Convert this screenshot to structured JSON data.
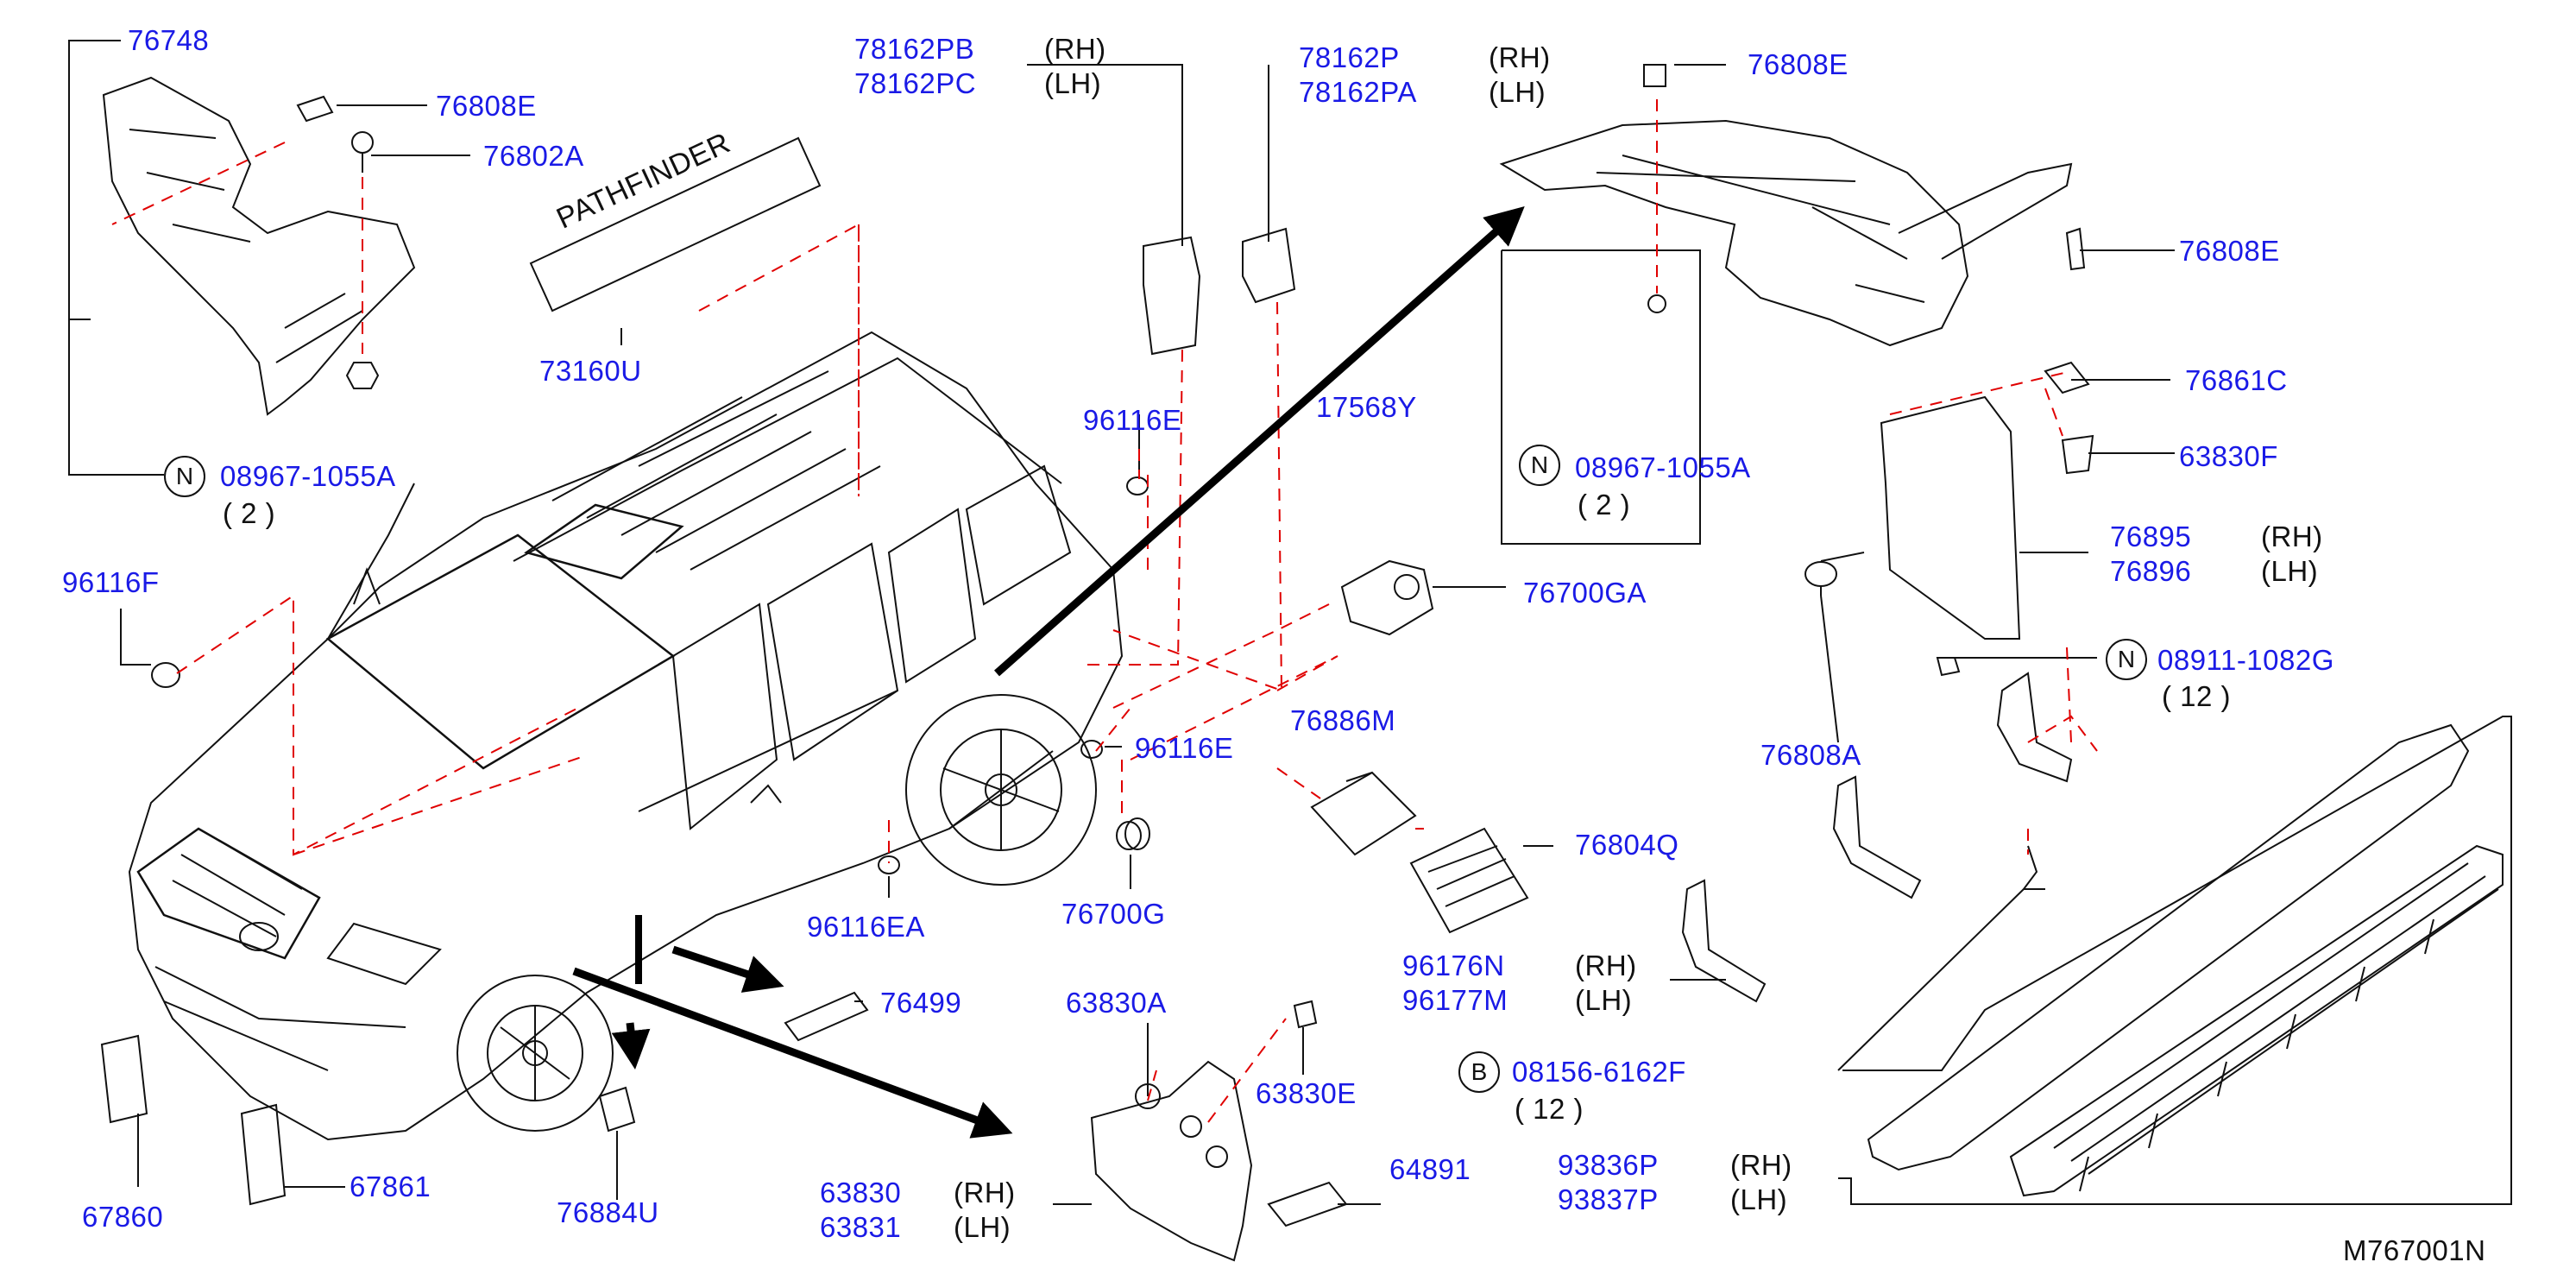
{
  "diagram_id": "M767001N",
  "badge_text": "PATHFINDER",
  "side_rh": "(RH)",
  "side_lh": "(LH)",
  "qty_2": "( 2 )",
  "qty_12": "( 12 )",
  "prefix_n": "N",
  "prefix_b": "B",
  "parts": {
    "p76748": "76748",
    "p76808E_a": "76808E",
    "p76802A": "76802A",
    "p08967_a": "08967-1055A",
    "p96116F": "96116F",
    "p78162PB": "78162PB",
    "p78162PC": "78162PC",
    "p73160U": "73160U",
    "p78162P": "78162P",
    "p78162PA": "78162PA",
    "p96116E_a": "96116E",
    "p96116E_b": "96116E",
    "p96116EA": "96116EA",
    "p76700G": "76700G",
    "p76499": "76499",
    "p67860": "67860",
    "p67861": "67861",
    "p76884U": "76884U",
    "p76808E_b": "76808E",
    "p76808E_c": "76808E",
    "p17568Y": "17568Y",
    "p08967_b": "08967-1055A",
    "p76861C": "76861C",
    "p63830F": "63830F",
    "p76895": "76895",
    "p76896": "76896",
    "p76700GA": "76700GA",
    "p08911": "08911-1082G",
    "p76808A": "76808A",
    "p76886M": "76886M",
    "p76804Q": "76804Q",
    "p96176N": "96176N",
    "p96177M": "96177M",
    "p08156": "08156-6162F",
    "p63830A": "63830A",
    "p63830E": "63830E",
    "p63830": "63830",
    "p63831": "63831",
    "p64891": "64891",
    "p93836P": "93836P",
    "p93837P": "93837P"
  },
  "colors": {
    "label": "#1a1ae6",
    "leader": "#e00000",
    "line": "#111111"
  }
}
